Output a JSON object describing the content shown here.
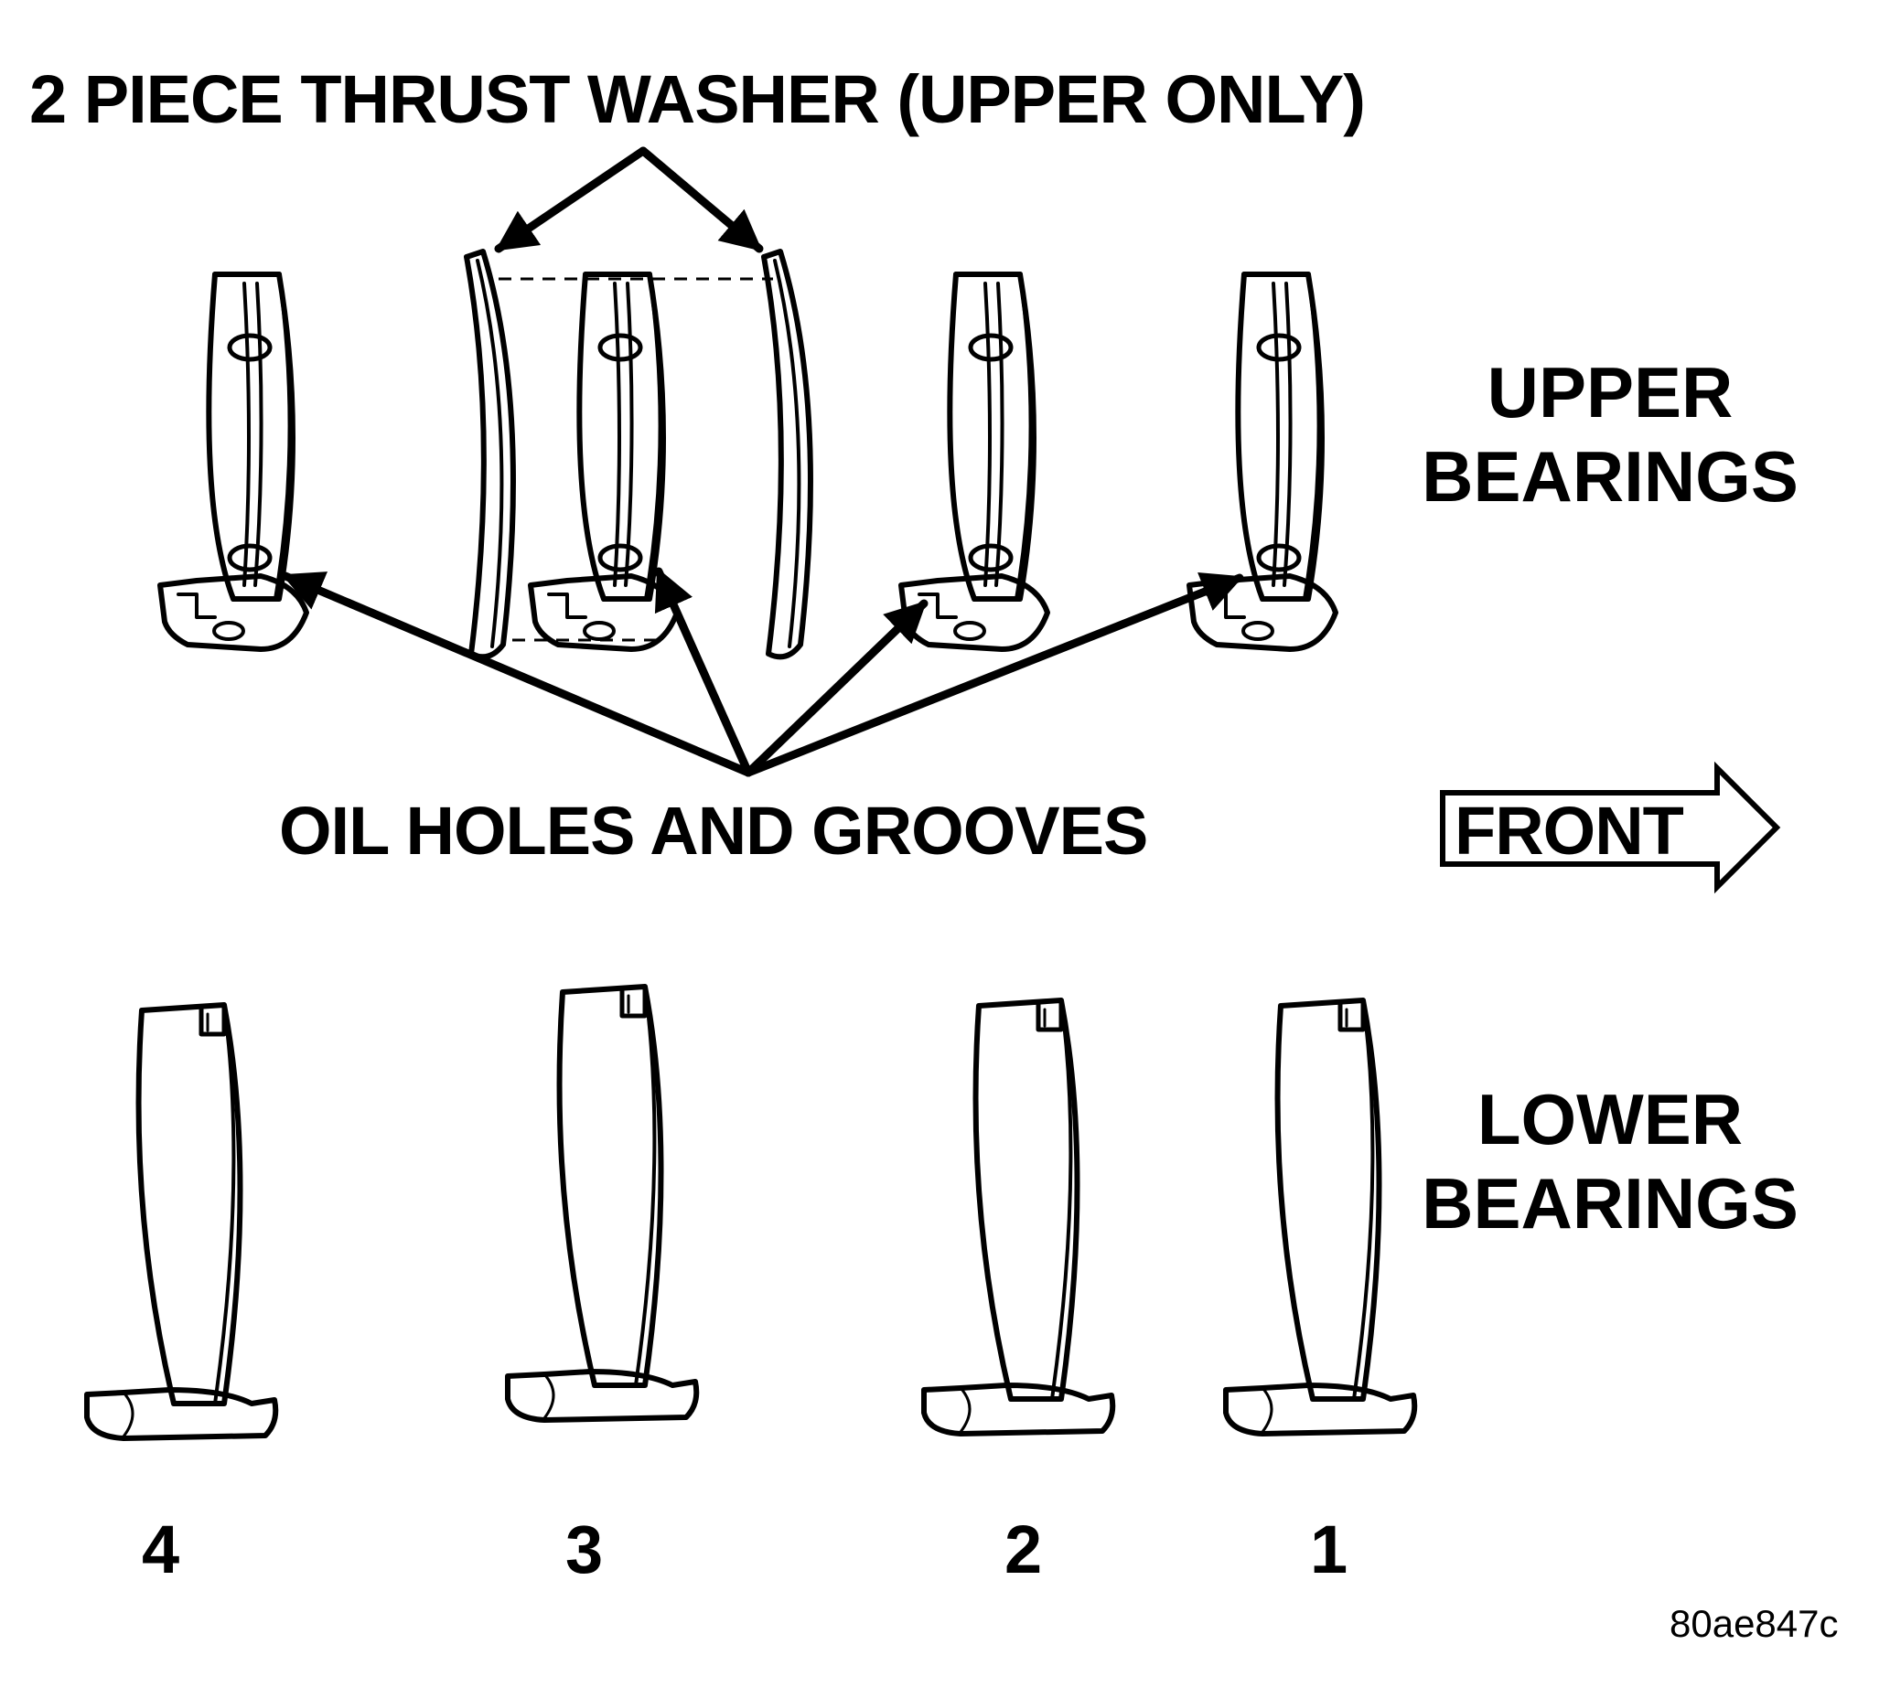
{
  "labels": {
    "thrust_washer": "2 PIECE THRUST WASHER  (UPPER ONLY)",
    "upper_line1": "UPPER",
    "upper_line2": "BEARINGS",
    "oil_holes": "OIL HOLES AND GROOVES",
    "front": "FRONT",
    "lower_line1": "LOWER",
    "lower_line2": "BEARINGS",
    "reference_code": "80ae847c"
  },
  "lower_bearing_numbers": [
    "4",
    "3",
    "2",
    "1"
  ],
  "colors": {
    "ink": "#000000",
    "paper": "#ffffff",
    "shade": "#d9d9d9"
  }
}
